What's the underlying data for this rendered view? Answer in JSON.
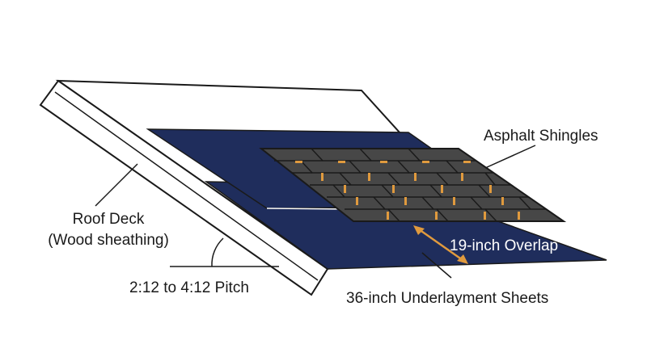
{
  "labels": {
    "asphalt_shingles": "Asphalt Shingles",
    "roof_deck_line1": "Roof Deck",
    "roof_deck_line2": "(Wood sheathing)",
    "overlap": "19-inch Overlap",
    "pitch": "2:12 to 4:12 Pitch",
    "underlayment": "36-inch Underlayment Sheets"
  },
  "colors": {
    "underlayment": "#1f2d5c",
    "shingle": "#454545",
    "shingle_line": "#1a1a1a",
    "nail": "#e09a3e",
    "arrow": "#e09a3e",
    "outline": "#1a1a1a"
  }
}
